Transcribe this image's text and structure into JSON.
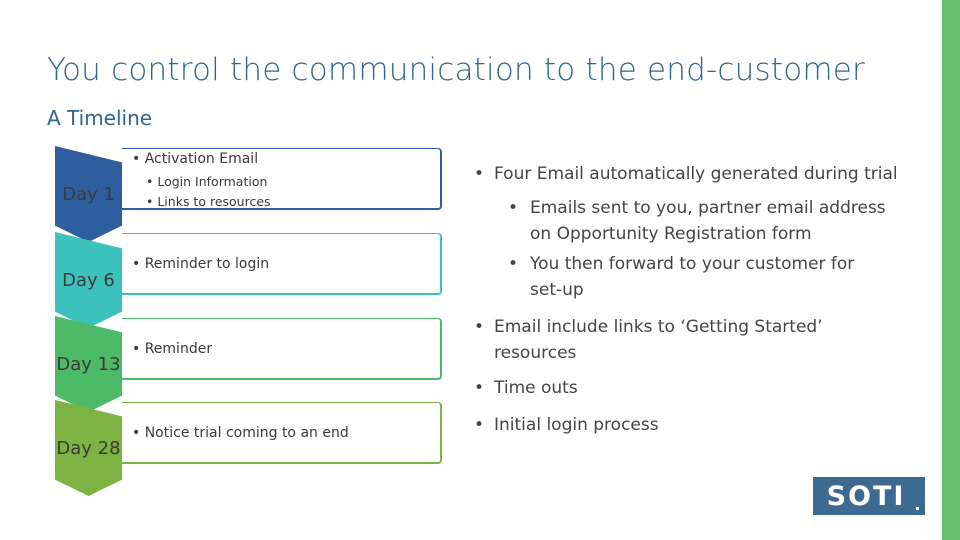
{
  "slide": {
    "title": "You control the communication to the end-customer",
    "subtitle": "A Timeline"
  },
  "timeline": [
    {
      "day": "Day 1",
      "color": "#2f5ea0",
      "border": "#2f5ea0",
      "main": "• Activation Email",
      "subs": [
        "• Login Information",
        "• Links to resources"
      ]
    },
    {
      "day": "Day 6",
      "color": "#3cc2bc",
      "border": "#3cc2bc",
      "main": "• Reminder to login",
      "subs": []
    },
    {
      "day": "Day 13",
      "color": "#4cba66",
      "border": "#4cba66",
      "main": "• Reminder",
      "subs": []
    },
    {
      "day": "Day 28",
      "color": "#7cb342",
      "border": "#7cb342",
      "main": "• Notice trial coming to an end",
      "subs": []
    }
  ],
  "notes": {
    "b1": "Four Email automatically generated during trial",
    "b1_sub1": "Emails sent to you, partner email address on Opportunity Registration form",
    "b1_sub2": "You then forward to your customer for set-up",
    "b2": "Email include links to ‘Getting Started’ resources",
    "b3": "Time outs",
    "b4": "Initial login process",
    "bullet": "•"
  },
  "logo": {
    "text": "SOTI",
    "color": "#3c6a91"
  }
}
